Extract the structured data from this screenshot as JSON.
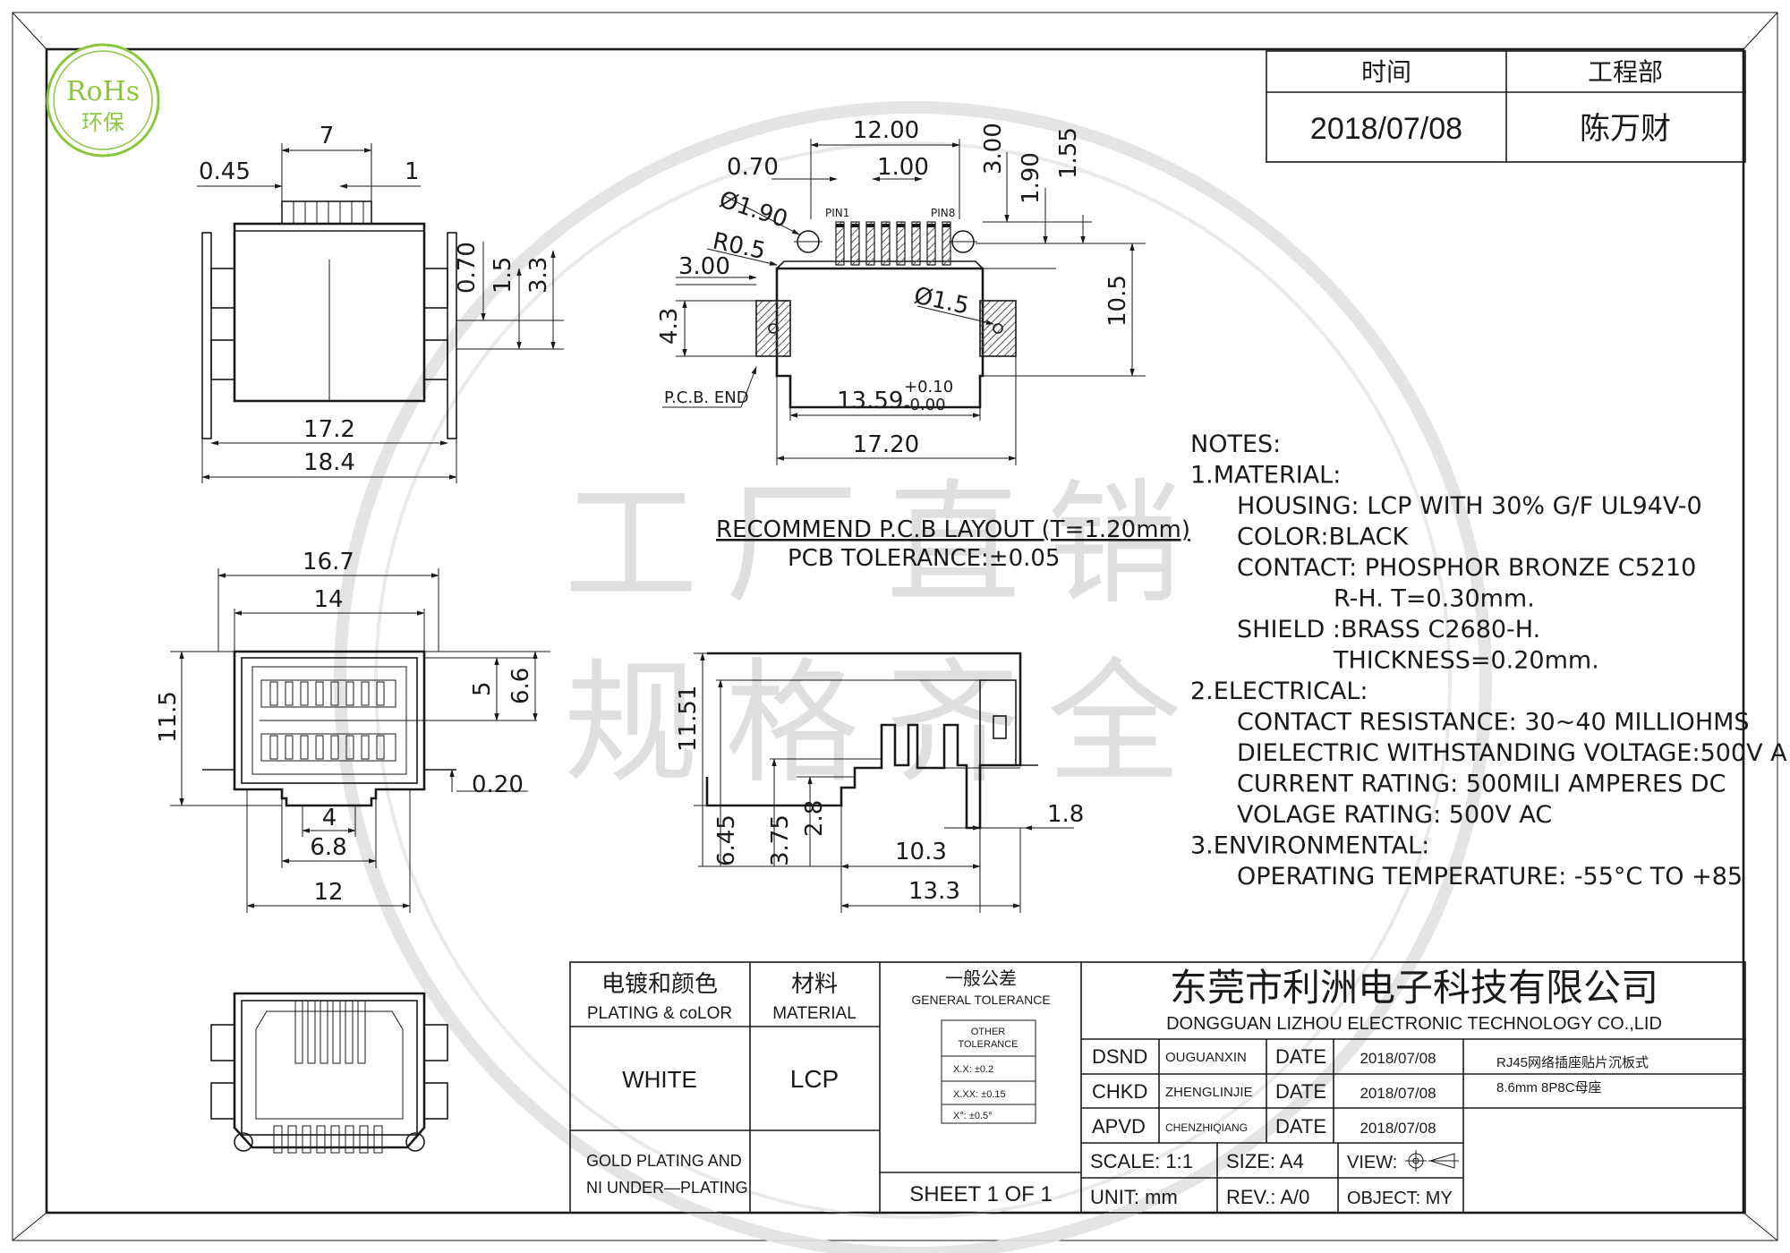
{
  "rohs": {
    "line1": "RoHs",
    "line2": "环保"
  },
  "header_table": {
    "col1_label": "时间",
    "col2_label": "工程部",
    "col1_value": "2018/07/08",
    "col2_value": "陈万财"
  },
  "top_view": {
    "dims": {
      "pitch_total": "7",
      "left": "0.45",
      "right": "1",
      "d070": "0.70",
      "d15": "1.5",
      "d33": "3.3",
      "w172": "17.2",
      "w184": "18.4"
    }
  },
  "pcb_layout": {
    "dims": {
      "d1200": "12.00",
      "d070": "0.70",
      "d100": "1.00",
      "hole190": "Ø1.90",
      "r05": "R0.5",
      "d300": "3.00",
      "d43": "4.3",
      "hole15": "Ø1.5",
      "d1359": "13.59",
      "tol_plus": "+0.10",
      "tol_minus": "-0.00",
      "d1720": "17.20",
      "v300": "3.00",
      "v190": "1.90",
      "v155": "1.55",
      "v105": "10.5"
    },
    "pin1": "PIN1",
    "pin8": "PIN8",
    "pcb_end": "P.C.B. END",
    "title": "RECOMMEND P.C.B LAYOUT (T=1.20mm)",
    "tolerance": "PCB TOLERANCE:±0.05"
  },
  "front_view": {
    "dims": {
      "w167": "16.7",
      "w14": "14",
      "h115": "11.5",
      "h5": "5",
      "h66": "6.6",
      "d020": "0.20",
      "w4": "4",
      "w68": "6.8",
      "w12": "12"
    }
  },
  "side_view": {
    "dims": {
      "h1151": "11.51",
      "h645": "6.45",
      "h375": "3.75",
      "h28": "2.8",
      "w103": "10.3",
      "w133": "13.3",
      "d18": "1.8"
    }
  },
  "notes": {
    "lines": [
      "NOTES:",
      "1.MATERIAL:",
      "HOUSING: LCP WITH 30% G/F UL94V-0",
      "COLOR:BLACK",
      "CONTACT: PHOSPHOR BRONZE C5210",
      "R-H. T=0.30mm.",
      "SHIELD :BRASS C2680-H.",
      "THICKNESS=0.20mm.",
      "2.ELECTRICAL:",
      "CONTACT RESISTANCE: 30~40 MILLIOHMS",
      "DIELECTRIC WITHSTANDING VOLTAGE:500V A",
      "CURRENT RATING: 500MILI AMPERES DC",
      "VOLAGE RATING: 500V AC",
      "3.ENVIRONMENTAL:",
      "OPERATING TEMPERATURE: -55°C TO +85"
    ]
  },
  "title_block": {
    "plating_cn": "电镀和颜色",
    "plating_en": "PLATING & coLOR",
    "material_cn": "材料",
    "material_en": "MATERIAL",
    "gen_tol_cn": "一般公差",
    "gen_tol_en": "GENERAL TOLERANCE",
    "other_tol_1": "OTHER",
    "other_tol_2": "TOLERANCE",
    "tol_xx": "X.X: ±0.2",
    "tol_xxx": "X.XX: ±0.15",
    "tol_ang": "X°: ±0.5°",
    "color_value": "WHITE",
    "material_value": "LCP",
    "plating_note_1": "GOLD PLATING AND",
    "plating_note_2": "NI UNDER—PLATING",
    "sheet": "SHEET 1 OF 1",
    "company_cn": "东莞市利洲电子科技有限公司",
    "company_en": "DONGGUAN LIZHOU ELECTRONIC TECHNOLOGY CO.,LID",
    "rows": [
      {
        "role": "DSND",
        "name": "OUGUANXIN",
        "date_label": "DATE",
        "date": "2018/07/08"
      },
      {
        "role": "CHKD",
        "name": "ZHENGLINJIE",
        "date_label": "DATE",
        "date": "2018/07/08"
      },
      {
        "role": "APVD",
        "name": "CHENZHIQIANG",
        "date_label": "DATE",
        "date": "2018/07/08"
      }
    ],
    "product_line1": "RJ45网络插座贴片沉板式",
    "product_line2": "8.6mm 8P8C母座",
    "scale": "SCALE: 1:1",
    "size": "SIZE: A4",
    "view": "VIEW:",
    "unit": "UNIT: mm",
    "rev": "REV.: A/0",
    "object": "OBJECT: MY"
  }
}
